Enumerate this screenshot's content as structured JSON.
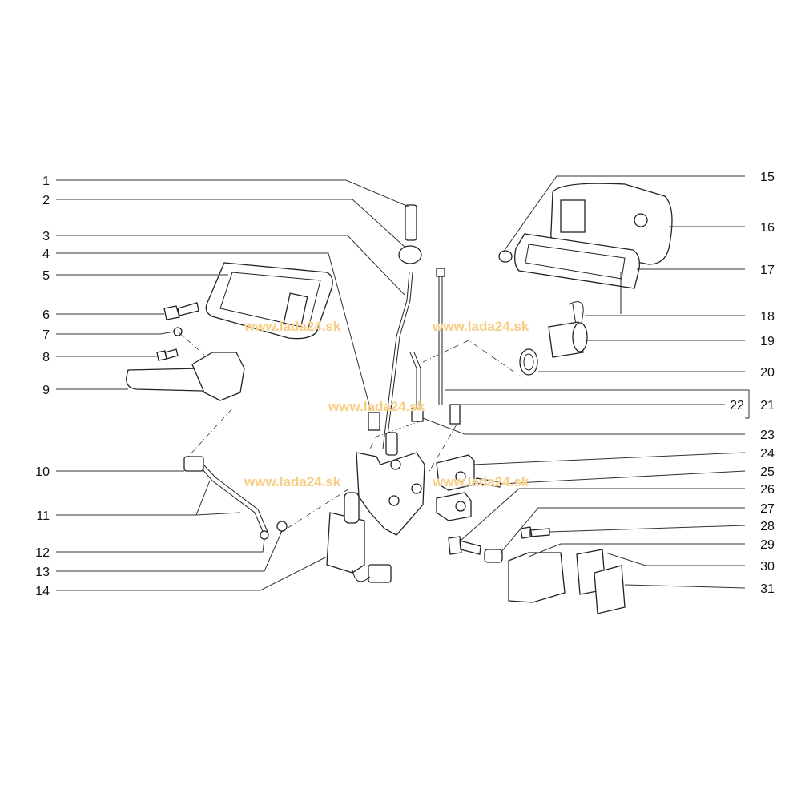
{
  "diagram": {
    "title": "Door lock mechanism exploded view",
    "left_callouts": [
      "1",
      "2",
      "3",
      "4",
      "5",
      "6",
      "7",
      "8",
      "9",
      "10",
      "11",
      "12",
      "13",
      "14"
    ],
    "right_callouts": [
      "15",
      "16",
      "17",
      "18",
      "19",
      "20",
      "21",
      "22",
      "23",
      "24",
      "25",
      "26",
      "27",
      "28",
      "29",
      "30",
      "31"
    ],
    "watermark": "www.lada24.sk",
    "watermark_color": "#f6c97c"
  }
}
